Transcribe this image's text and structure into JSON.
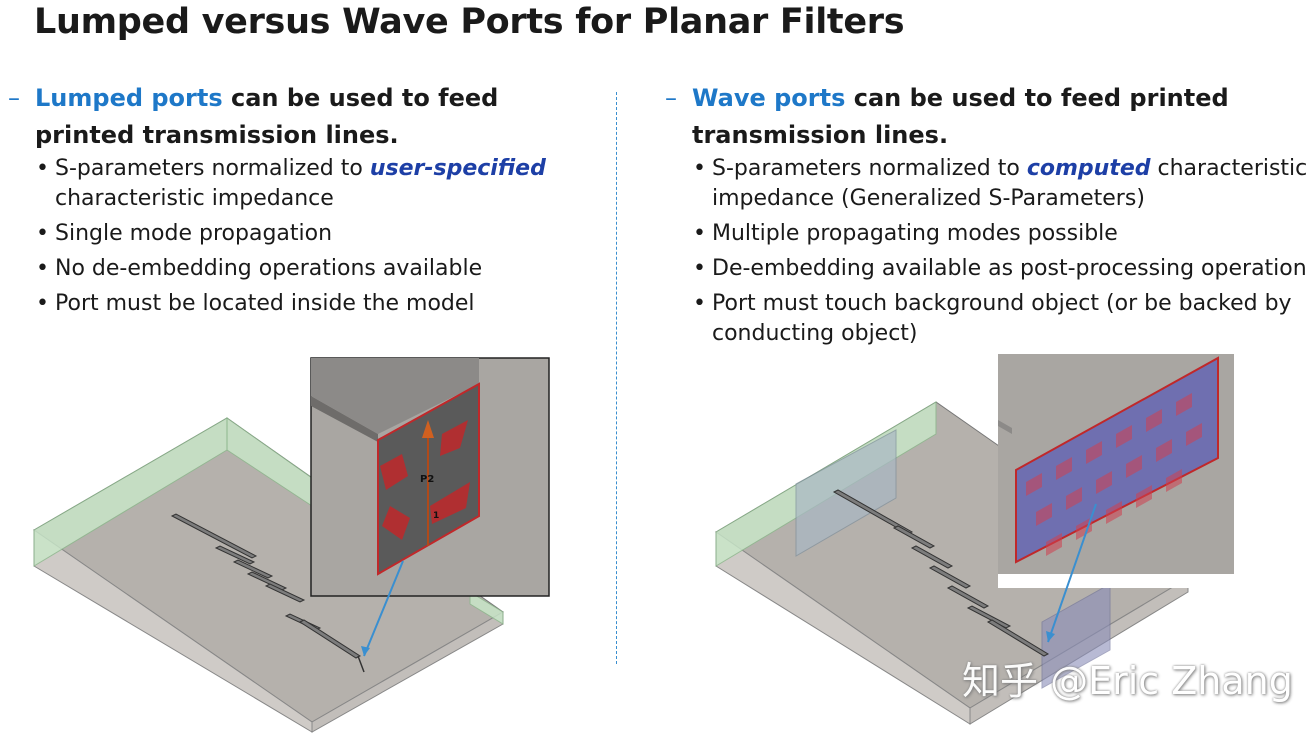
{
  "title": "Lumped versus Wave Ports for Planar Filters",
  "left": {
    "heading_dash": "–",
    "heading_highlight": "Lumped ports",
    "heading_rest": "can be used to feed printed transmission lines.",
    "bullets": [
      {
        "pre": "S-parameters normalized to ",
        "emph": "user-specified",
        "post": " characteristic impedance"
      },
      {
        "text": "Single mode propagation"
      },
      {
        "text": "No de-embedding operations available"
      },
      {
        "text": "Port must be located inside the model"
      }
    ],
    "figure": {
      "port_label": "P2",
      "port_number": "1"
    }
  },
  "right": {
    "heading_dash": "–",
    "heading_highlight": "Wave ports",
    "heading_rest": "can be used to feed printed transmission lines.",
    "bullets": [
      {
        "pre": "S-parameters normalized to ",
        "emph": "computed",
        "post": " characteristic impedance (Generalized S-Parameters)"
      },
      {
        "text": "Multiple propagating modes possible"
      },
      {
        "text": "De-embedding available as post-processing operation"
      },
      {
        "text": "Port must touch background object (or be backed by conducting object)"
      }
    ]
  },
  "watermark": "知乎 @Eric Zhang",
  "colors": {
    "accent": "#1e78c8",
    "emphasis": "#1d3fa6",
    "port_red": "#c0282a"
  }
}
